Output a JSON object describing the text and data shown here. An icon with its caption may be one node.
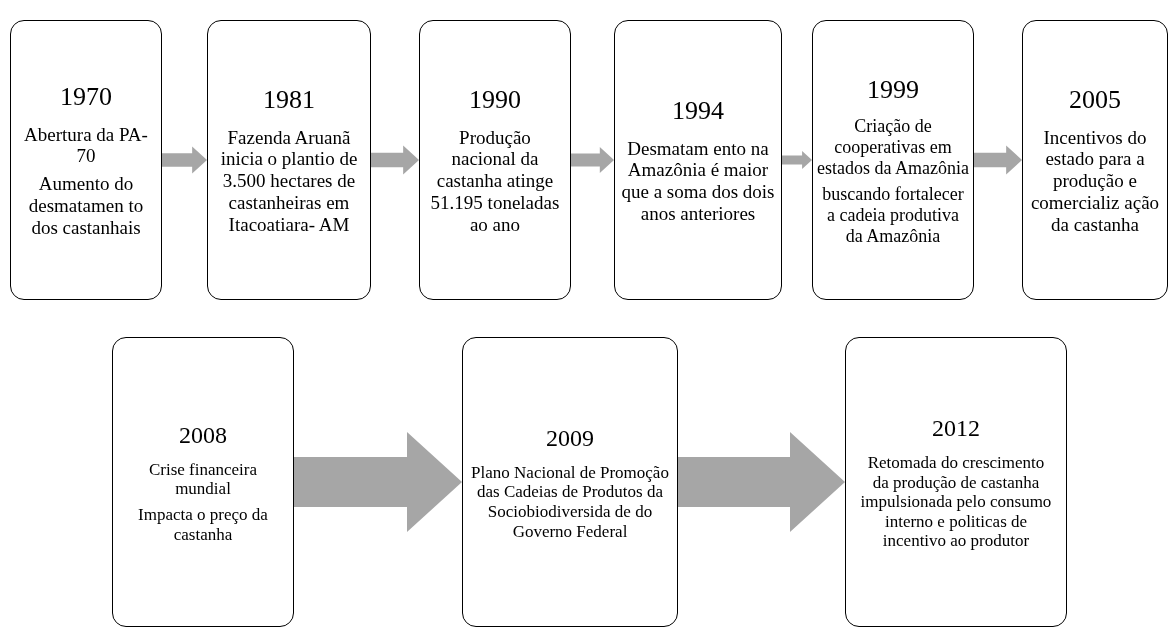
{
  "diagram": {
    "nodes": [
      {
        "text": [
          "1970",
          "Abertura da PA-70",
          "Aumento do desmatamen to dos castanhais"
        ]
      },
      {
        "text": [
          "1981",
          "Fazenda Aruanã inicia o plantio de 3.500 hectares de castanheiras em Itacoatiara- AM"
        ]
      },
      {
        "text": [
          "1990",
          "Produção nacional da castanha atinge 51.195 toneladas ao ano"
        ]
      },
      {
        "text": [
          "1994",
          "Desmatam ento na Amazônia é maior que a soma dos dois anos anteriores"
        ]
      },
      {
        "text": [
          "1999",
          "Criação de cooperativas em estados da Amazônia",
          "buscando fortalecer a cadeia produtiva da Amazônia"
        ]
      },
      {
        "text": [
          "2005",
          "Incentivos do estado para a produção e comercializ ação da castanha"
        ]
      },
      {
        "text": [
          "2008",
          "Crise financeira mundial",
          "Impacta o preço da castanha"
        ]
      },
      {
        "text": [
          "2009",
          "Plano Nacional de Promoção das Cadeias de Produtos da Sociobiodiversida de do Governo Federal"
        ]
      },
      {
        "text": [
          "2012",
          "Retomada do crescimento da produção de castanha impulsionada pelo consumo interno e politicas de incentivo ao produtor"
        ]
      }
    ],
    "edges": [
      {
        "from": 0,
        "to": 1,
        "arrow": "to"
      },
      {
        "from": 1,
        "to": 2,
        "arrow": "to"
      },
      {
        "from": 2,
        "to": 3,
        "arrow": "to"
      },
      {
        "from": 3,
        "to": 4,
        "arrow": "to"
      },
      {
        "from": 4,
        "to": 5,
        "arrow": "to"
      },
      {
        "from": 6,
        "to": 7,
        "arrow": "to"
      },
      {
        "from": 7,
        "to": 8,
        "arrow": "to"
      }
    ]
  }
}
